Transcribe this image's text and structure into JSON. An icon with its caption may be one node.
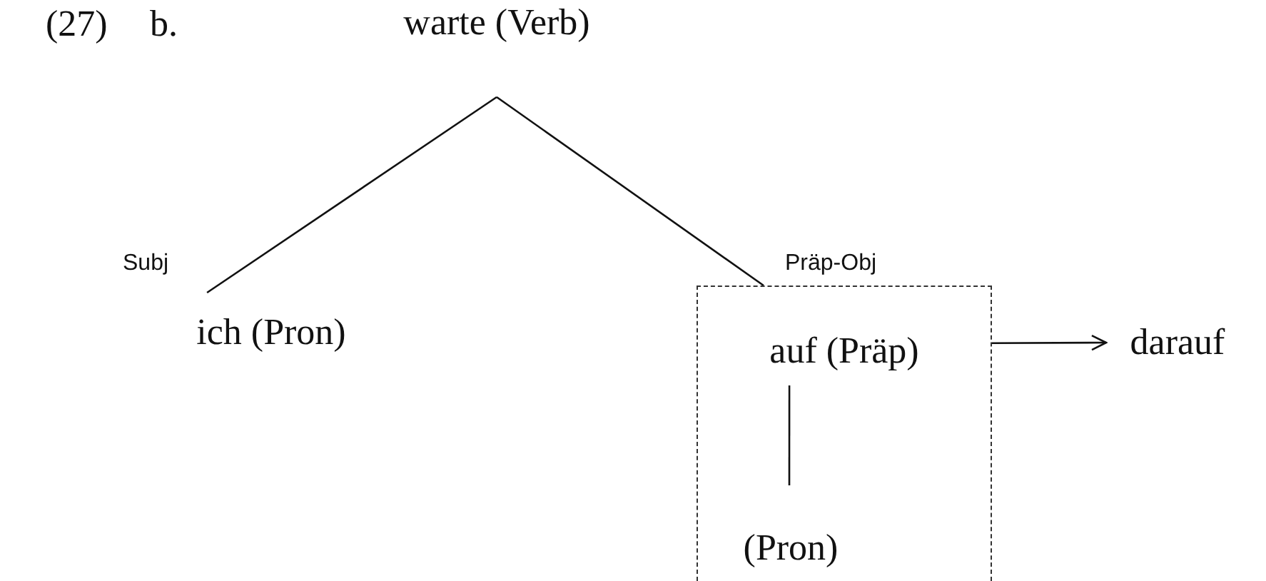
{
  "diagram": {
    "nodes": [
      {
        "text": [
          "warte (Verb)"
        ]
      },
      {
        "text": [
          "ich (Pron)"
        ]
      },
      {
        "text": [],
        "shape": "box"
      },
      {
        "text": [
          "auf (Präp)"
        ],
        "in": 2
      },
      {
        "text": [
          "(Pron)"
        ],
        "in": 2
      },
      {
        "text": [
          "darauf"
        ]
      }
    ],
    "edges": [
      {
        "from": 0,
        "to": 1,
        "arrow": "none",
        "label": "Subj"
      },
      {
        "from": 0,
        "to": 2,
        "arrow": "none",
        "label": "Präp-Obj"
      },
      {
        "from": 3,
        "to": 4,
        "arrow": "none"
      },
      {
        "from": 2,
        "to": 5,
        "arrow": "to"
      }
    ],
    "labels": [
      "(27)",
      "b."
    ]
  }
}
